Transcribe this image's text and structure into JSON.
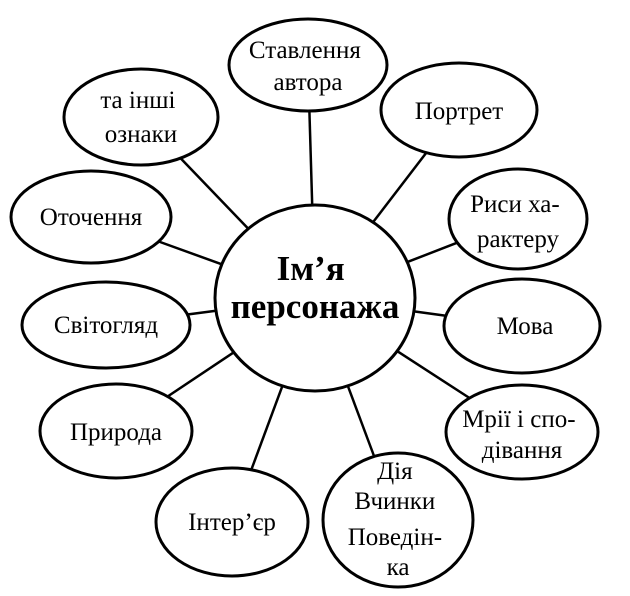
{
  "center": {
    "lines": [
      "Ім’я",
      "персонажа"
    ]
  },
  "nodes": [
    {
      "lines": [
        "Ставлення",
        "автора"
      ]
    },
    {
      "lines": [
        "Портрет"
      ]
    },
    {
      "lines": [
        "Риси ха-",
        "рактеру"
      ]
    },
    {
      "lines": [
        "Мова"
      ]
    },
    {
      "lines": [
        "Мрії і спо-",
        "дівання"
      ]
    },
    {
      "lines": [
        "Дія",
        "Вчинки",
        "Поведін-",
        "ка"
      ]
    },
    {
      "lines": [
        "Інтер’єр"
      ]
    },
    {
      "lines": [
        "Природа"
      ]
    },
    {
      "lines": [
        "Світогляд"
      ]
    },
    {
      "lines": [
        "Оточення"
      ]
    },
    {
      "lines": [
        "та інші",
        "ознаки"
      ]
    }
  ],
  "colors": {
    "stroke": "#000000",
    "background": "#ffffff"
  }
}
